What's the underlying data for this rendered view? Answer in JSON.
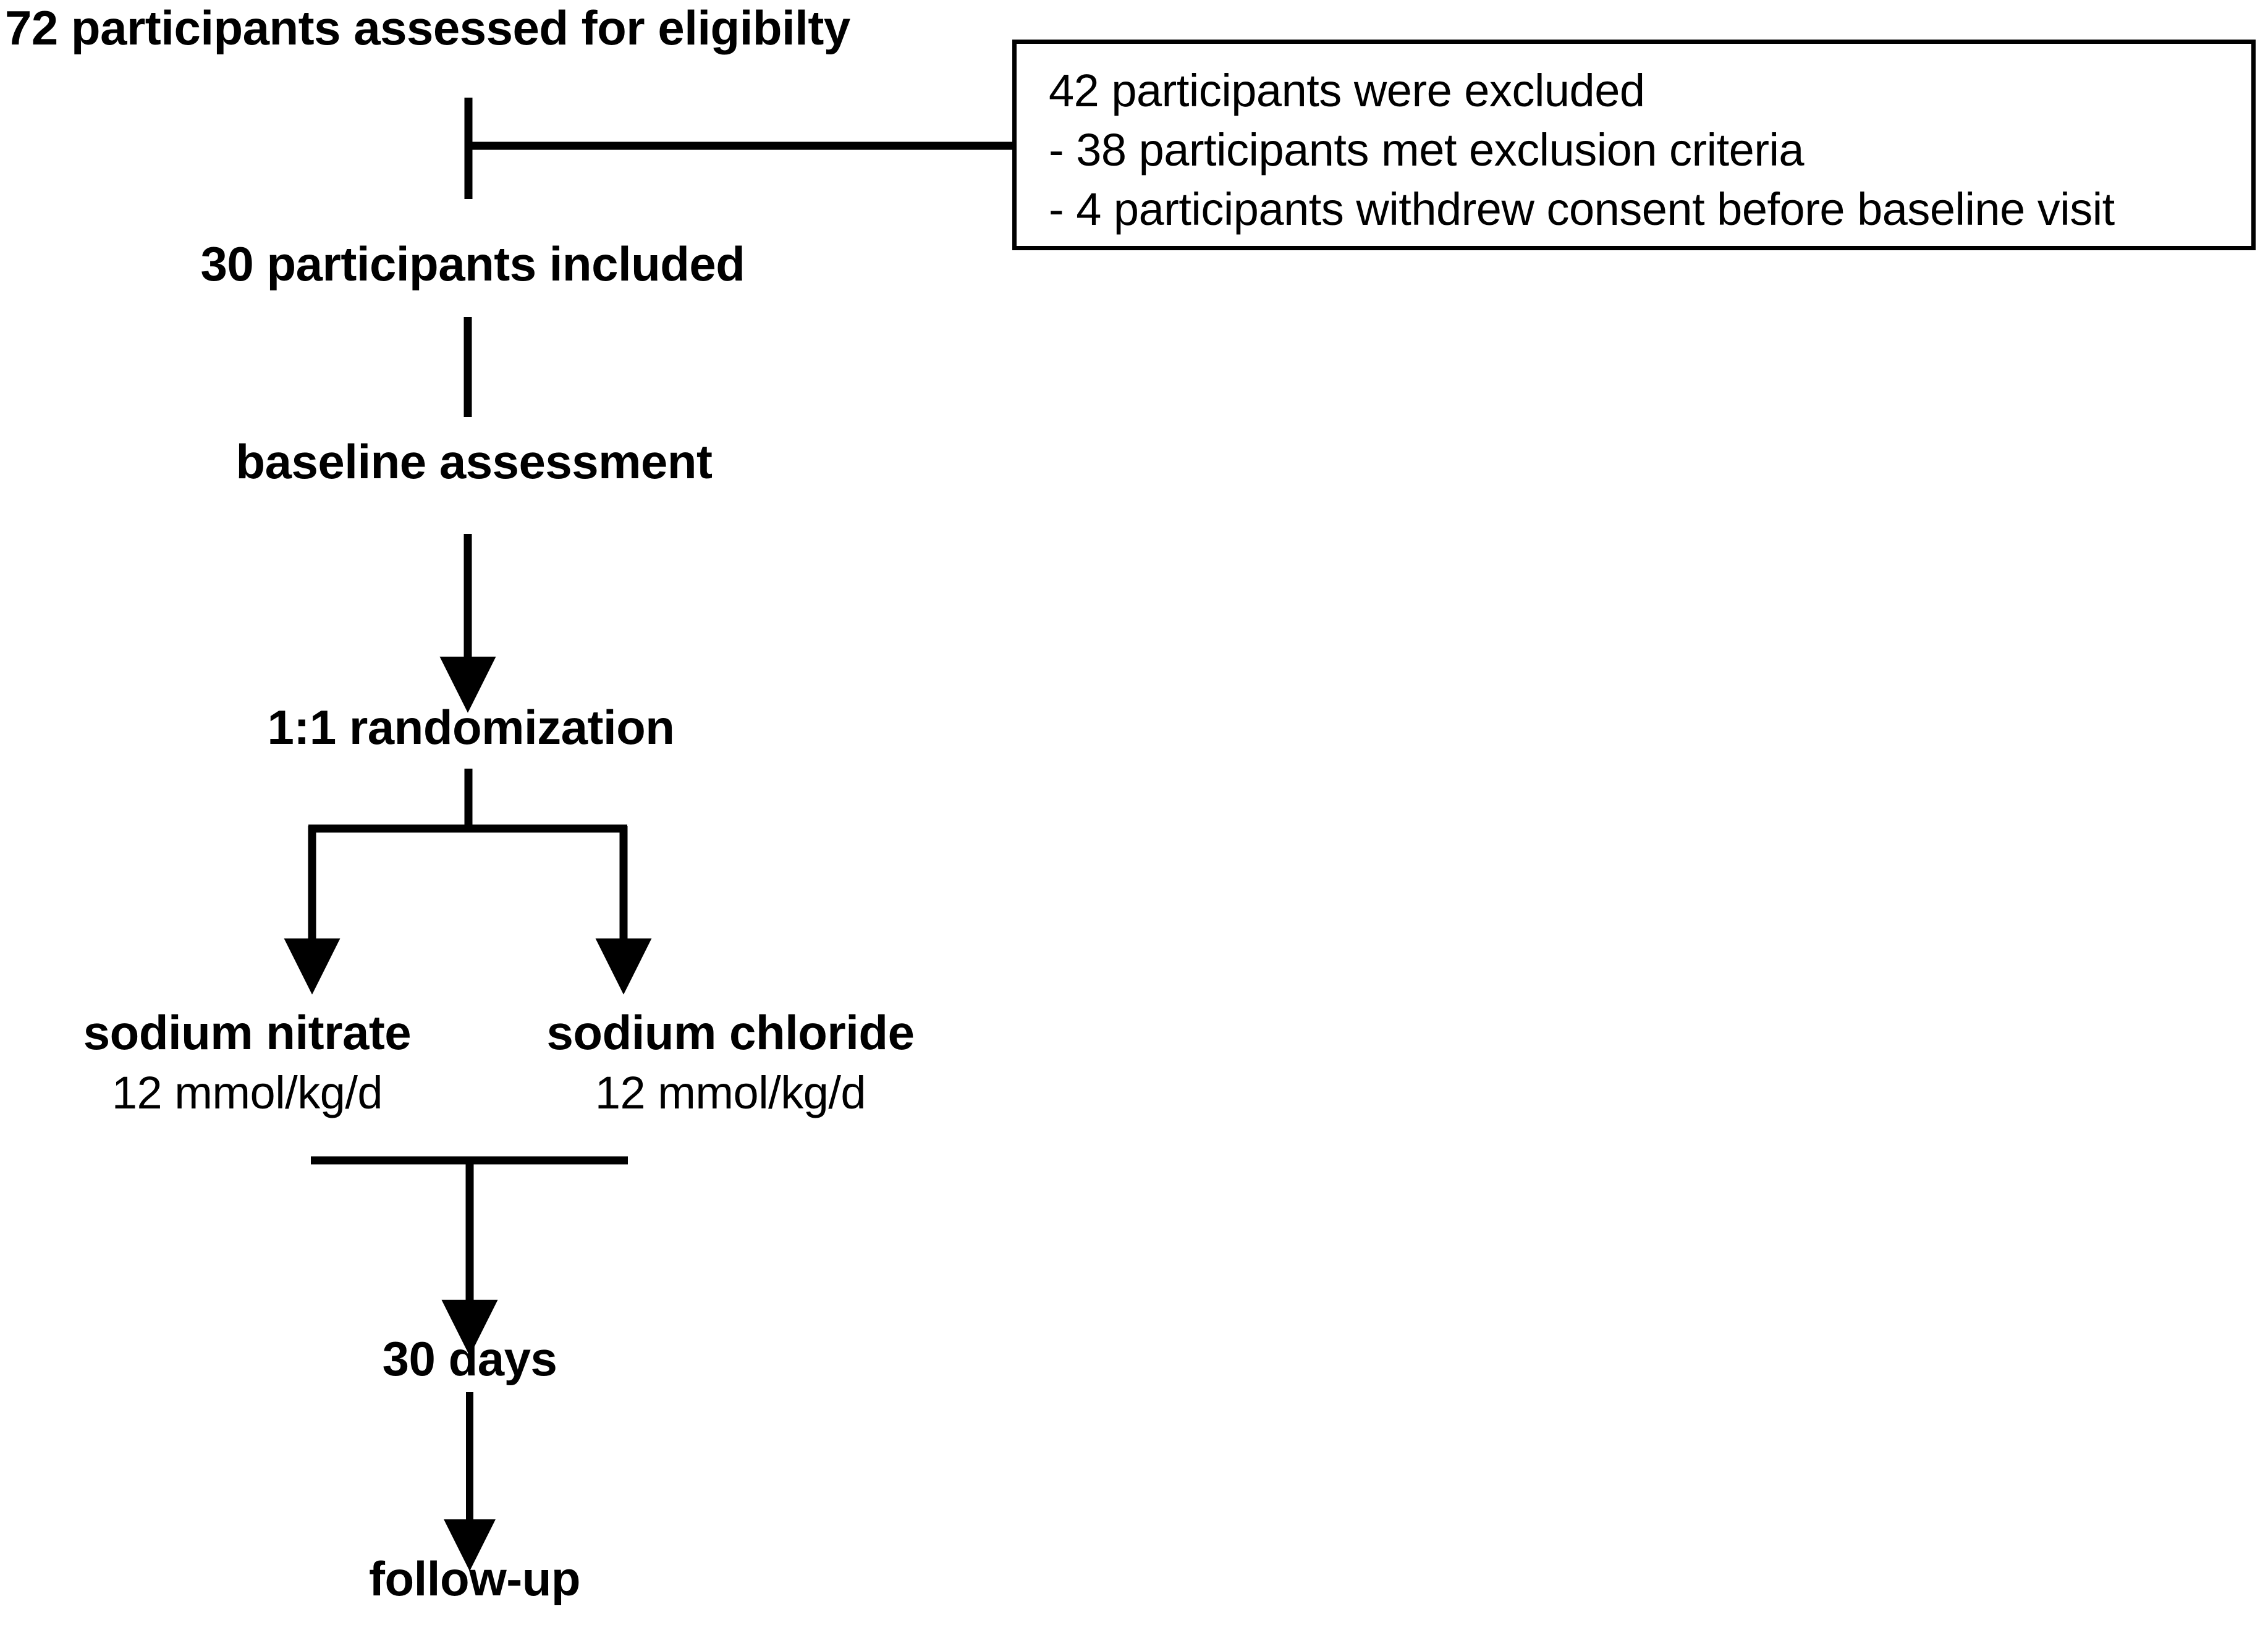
{
  "diagram": {
    "type": "CONSORT participant flow diagram",
    "nodes": {
      "assessed": "72 participants assessed for eligibilty",
      "included": "30 participants included",
      "baseline": "baseline assessment",
      "randomization": "1:1 randomization",
      "days": "30 days",
      "followup": "follow-up"
    },
    "arms": [
      {
        "name": "sodium nitrate",
        "dose": "12 mmol/kg/d"
      },
      {
        "name": "sodium chloride",
        "dose": "12 mmol/kg/d"
      }
    ],
    "exclusion_box": {
      "heading": "42 participants were excluded",
      "reasons": [
        "- 38 participants met exclusion criteria",
        "- 4 participants withdrew consent before baseline visit"
      ]
    },
    "colors": {
      "line": "#000000",
      "text": "#000000",
      "background": "#ffffff"
    }
  }
}
